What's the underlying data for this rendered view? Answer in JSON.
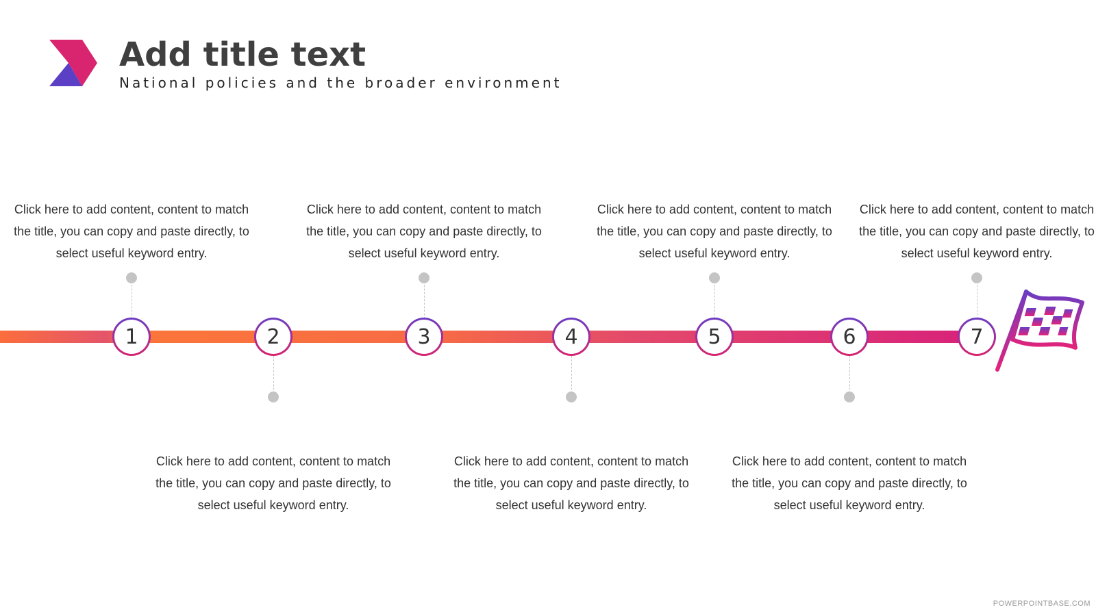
{
  "header": {
    "title": "Add title text",
    "subtitle": "National policies and the broader environment"
  },
  "timeline": {
    "steps": [
      {
        "number": "1",
        "text": "Click here to add content, content to match the title, you can copy and paste directly, to select useful keyword entry.",
        "position": "top"
      },
      {
        "number": "2",
        "text": "Click here to add content, content to match the title, you can copy and paste directly, to select useful keyword entry.",
        "position": "bottom"
      },
      {
        "number": "3",
        "text": "Click here to add content, content to match the title, you can copy and paste directly, to select useful keyword entry.",
        "position": "top"
      },
      {
        "number": "4",
        "text": "Click here to add content, content to match the title, you can copy and paste directly, to select useful keyword entry.",
        "position": "bottom"
      },
      {
        "number": "5",
        "text": "Click here to add content, content to match the title, you can copy and paste directly, to select useful keyword entry.",
        "position": "top"
      },
      {
        "number": "6",
        "text": "Click here to add content, content to match the title, you can copy and paste directly, to select useful keyword entry.",
        "position": "bottom"
      },
      {
        "number": "7",
        "text": "Click here to add content, content to match the title, you can copy and paste directly, to select useful keyword entry.",
        "position": "top"
      }
    ]
  },
  "watermark": "POWERPOINTBASE.COM",
  "colors": {
    "orange": "#fb6e3c",
    "pink": "#d8237a",
    "purple": "#6a3cc4",
    "title": "#3f3f3f"
  }
}
